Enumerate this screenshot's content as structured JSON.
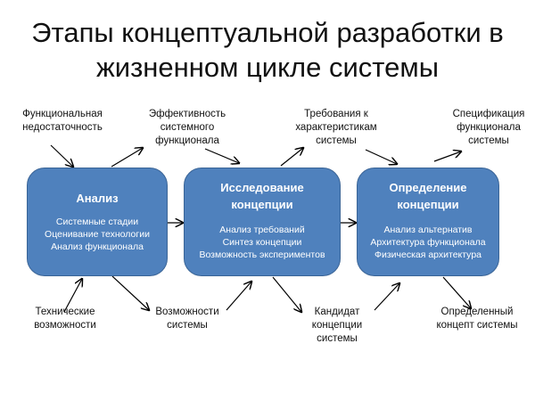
{
  "title_line1": "Этапы концептуальной разработки в",
  "title_line2": "жизненном цикле системы",
  "stages": [
    {
      "name": "Анализ",
      "items": [
        "Системные стадии",
        "Оценивание технологии",
        "Анализ функционала"
      ]
    },
    {
      "name_line1": "Исследование",
      "name_line2": "концепции",
      "items": [
        "Анализ требований",
        "Синтез концепции",
        "Возможность экспериментов"
      ]
    },
    {
      "name_line1": "Определение",
      "name_line2": "концепции",
      "items": [
        "Анализ альтернатив",
        "Архитектура функционала",
        "Физическая архитектура"
      ]
    }
  ],
  "top_labels": [
    [
      "Функциональная",
      "недостаточность"
    ],
    [
      "Эффективность",
      "системного",
      "функционала"
    ],
    [
      "Требования  к",
      "характеристикам",
      "системы"
    ],
    [
      "Спецификация",
      "функционала",
      "системы"
    ]
  ],
  "bottom_labels": [
    [
      "Технические",
      "возможности"
    ],
    [
      "Возможности",
      "системы"
    ],
    [
      "Кандидат",
      "концепции",
      "системы"
    ],
    [
      "Определенный",
      "концепт системы"
    ]
  ]
}
